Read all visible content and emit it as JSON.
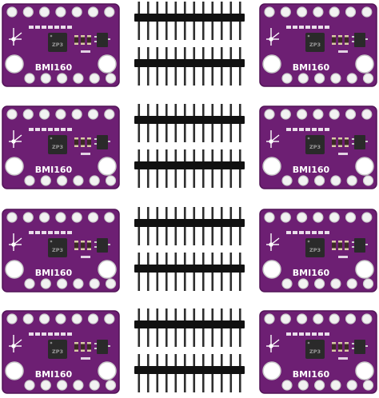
{
  "product": {
    "board_label": "BMI160",
    "chip_marking": "ZP3",
    "board_count": 8,
    "header_strip_count": 8,
    "pins_per_strip": 12
  },
  "colors": {
    "board": "#6d1f73",
    "board_edge": "#521457",
    "pad": "#f2f2f2",
    "pad_ring": "#c9c9c9",
    "chip": "#2a2a2a",
    "resistor": "#3c2a24",
    "resistor_cap": "#d9c9a6",
    "pin_plastic": "#111111",
    "pin_metal": "#2e2e2e",
    "silkscreen": "#ffffff"
  }
}
